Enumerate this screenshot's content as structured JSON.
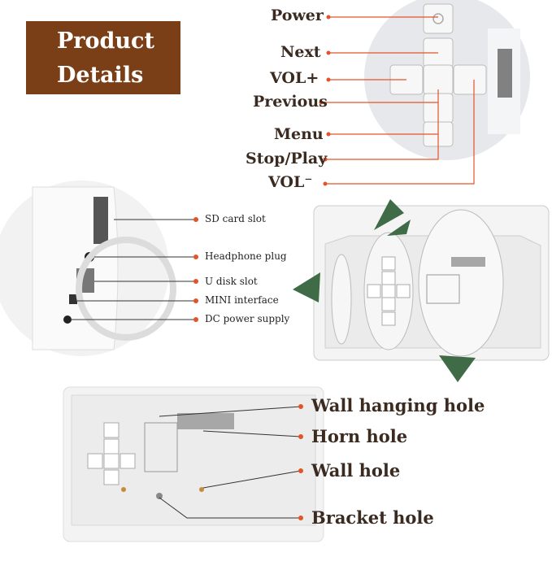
{
  "badge": {
    "line1": "Product",
    "line2": "Details"
  },
  "buttons": {
    "power": "Power",
    "next": "Next",
    "vol_up": "VOL+",
    "previous": "Previous",
    "menu": "Menu",
    "stop_play": "Stop/Play",
    "vol_down": "VOL⁻"
  },
  "ports": {
    "sd_card": "SD card slot",
    "headphone": "Headphone plug",
    "u_disk": "U disk slot",
    "mini": "MINI interface",
    "dc": "DC power supply"
  },
  "back_panel": {
    "wall_hanging": "Wall hanging hole",
    "horn": "Horn hole",
    "wall_hole": "Wall hole",
    "bracket": "Bracket hole"
  },
  "colors": {
    "badge": "#7a3f17",
    "accent_line": "#e3532a",
    "arrow_green": "#3f6b46"
  }
}
